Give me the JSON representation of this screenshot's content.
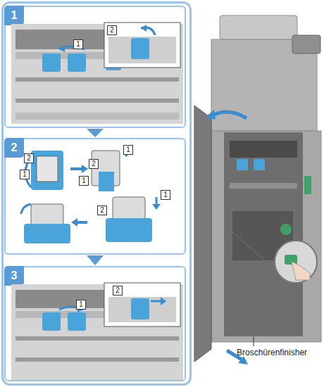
{
  "diagram": {
    "nodes": [
      {
        "text": [
          "1"
        ]
      },
      {
        "text": [
          "2"
        ]
      },
      {
        "text": [
          "3"
        ]
      }
    ],
    "edges": [
      {
        "from": 0,
        "to": 1,
        "arrow": "to"
      },
      {
        "from": 1,
        "to": 2,
        "arrow": "to"
      }
    ],
    "labels": [
      "1",
      "2",
      "2",
      "1",
      "1",
      "2",
      "1",
      "1",
      "2",
      "2",
      "1",
      "Broschürenfinisher"
    ]
  }
}
